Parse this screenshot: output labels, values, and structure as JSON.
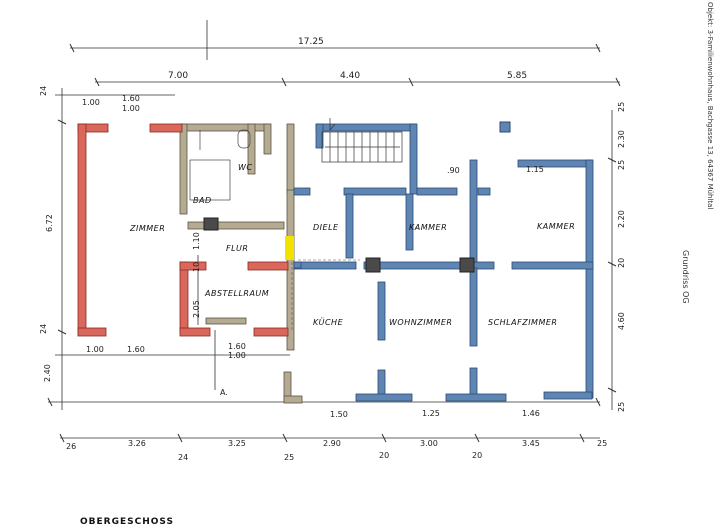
{
  "header": {
    "project_text": "Objekt: 3-Familienwohnhaus, Bachgasse 13, 64367 Mühltal",
    "plan_text": "Grundriss OG"
  },
  "footer": {
    "caption": "OBERGESCHOSS"
  },
  "rooms": {
    "zimmer": "ZIMMER",
    "bad": "BAD",
    "wc": "WC",
    "flur": "FLUR",
    "abstellraum": "ABSTELLRAUM",
    "diele": "DIELE",
    "kammer_1": "KAMMER",
    "kammer_2": "KAMMER",
    "kueche": "KÜCHE",
    "wohnzimmer": "WOHNZIMMER",
    "schlafzimmer": "SCHLAFZIMMER"
  },
  "section_marker": "A.",
  "dimensions": {
    "top_total": "17.25",
    "top_1": "7.00",
    "top_2": "4.40",
    "top_3": "5.85",
    "top_a": "1.00",
    "top_b_1": "1.60",
    "top_b_2": "1.00",
    "inner_090": ".90",
    "inner_115": "1.15",
    "bottom_1": "26",
    "bottom_2": "3.26",
    "bottom_3": "3.25",
    "bottom_4": "2.90",
    "bottom_5": "3.00",
    "bottom_6": "3.45",
    "bottom_7": "25",
    "bottom_s1": "24",
    "bottom_s2": "25",
    "bottom_s3": "20",
    "bottom_s4": "20",
    "lower_a": "1.00",
    "lower_b": "1.60",
    "lower_c_1": "1.60",
    "lower_c_2": "1.00",
    "open_150": "1.50",
    "open_125": "1.25",
    "open_146": "1.46",
    "left_top": "24",
    "left_1": "6.72",
    "left_bottom": "24",
    "left_2": "2.40",
    "mid_110": "1.10",
    "mid_10": "10",
    "mid_205": "2.05",
    "right_top": "25",
    "right_1": "2.30",
    "right_2": "25",
    "right_3": "2.20",
    "right_4": "20",
    "right_5": "4.60",
    "right_bottom": "25"
  },
  "colors": {
    "blue_wall": "#5f86b3",
    "blue_stroke": "#2c4a73",
    "red_wall": "#d9675c",
    "red_stroke": "#8a2a22",
    "grey_wall": "#b4ab92",
    "grey_stroke": "#5a5343",
    "highlight": "#f2e200"
  }
}
